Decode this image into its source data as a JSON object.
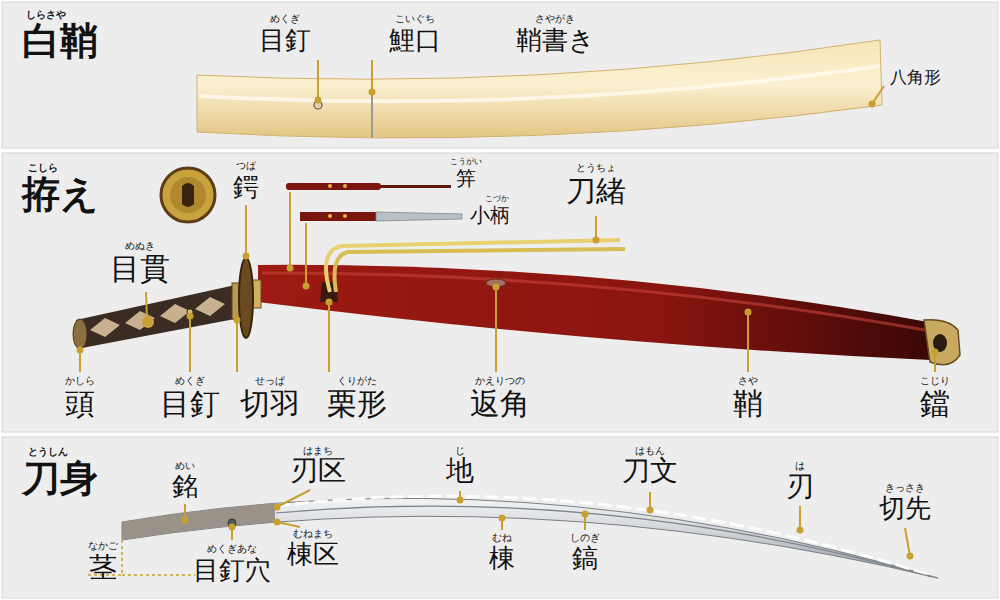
{
  "diagram": {
    "nodes": [
      {
        "text": [
          "しらさや",
          "白鞘"
        ]
      },
      {
        "text": [
          "こしら",
          "拵え"
        ]
      },
      {
        "text": [
          "とうしん",
          "刀身"
        ]
      }
    ],
    "labels": [
      "めくぎ",
      "目釘",
      "こいぐち",
      "鯉口",
      "さやがき",
      "鞘書き",
      "八角形",
      "つば",
      "鍔",
      "こうがい",
      "笄",
      "とうちょ",
      "刀緒",
      "こづか",
      "小柄",
      "めぬき",
      "目貫",
      "かしら",
      "頭",
      "めくぎ",
      "目釘",
      "せっぱ",
      "切羽",
      "くりがた",
      "栗形",
      "かえりつの",
      "返角",
      "さや",
      "鞘",
      "こじり",
      "鐺",
      "めい",
      "銘",
      "はまち",
      "刃区",
      "じ",
      "地",
      "はもん",
      "刀文",
      "は",
      "刃",
      "きっさき",
      "切先",
      "なかご",
      "茎",
      "めくぎあな",
      "目釘穴",
      "むねまち",
      "棟区",
      "むね",
      "棟",
      "しのぎ",
      "鎬"
    ]
  }
}
